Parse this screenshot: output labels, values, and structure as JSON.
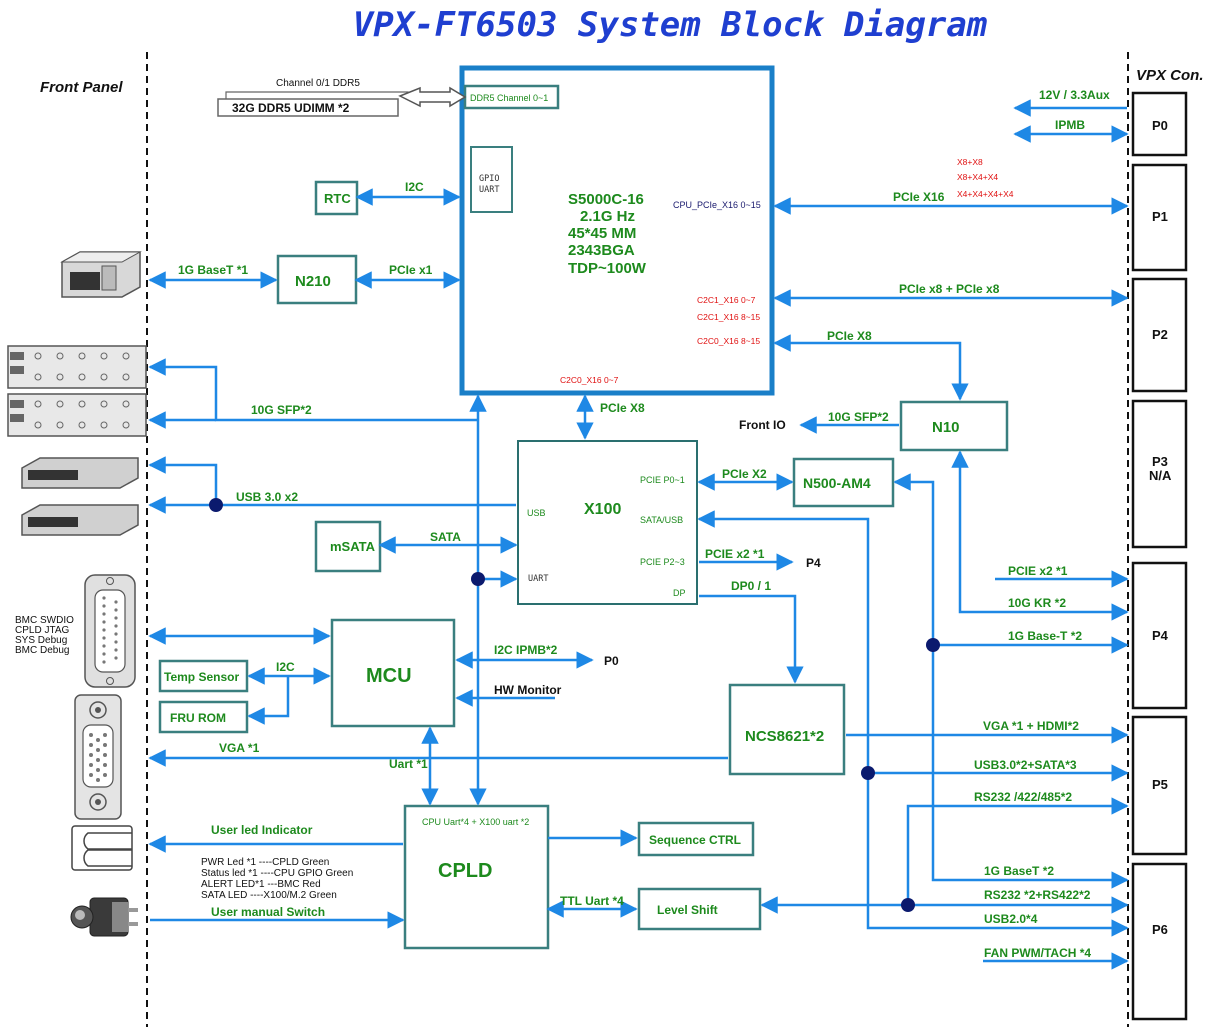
{
  "title": "VPX-FT6503 System Block Diagram",
  "front_panel_label": "Front Panel",
  "vpx_label": "VPX Con.",
  "cpu": {
    "lines": [
      "S5000C-16",
      "2.1G Hz",
      "45*45 MM",
      "2343BGA",
      "TDP~100W"
    ],
    "ddr_port": "DDR5 Channel 0~1",
    "gpio_uart": [
      "GPIO",
      "UART"
    ],
    "pcie_x16_port": "CPU_PCIe_X16 0~15",
    "c2c1_a": "C2C1_X16 0~7",
    "c2c1_b": "C2C1_X16 8~15",
    "c2c0_b": "C2C0_X16 8~15",
    "c2c0_a": "C2C0_X16 0~7"
  },
  "memory": {
    "channel_label": "Channel 0/1 DDR5",
    "dimm_label": "32G  DDR5 UDIMM *2"
  },
  "blocks": {
    "rtc": "RTC",
    "n210": "N210",
    "x100": "X100",
    "msata": "mSATA",
    "mcu": "MCU",
    "temp_sensor": "Temp Sensor",
    "fru_rom": "FRU ROM",
    "cpld": "CPLD",
    "n10": "N10",
    "n500": "N500-AM4",
    "ncs": "NCS8621*2",
    "seq_ctrl": "Sequence CTRL",
    "level_shift": "Level Shift"
  },
  "x100_ports": {
    "usb": "USB",
    "uart": "UART",
    "pcie_p01": "PCIE P0~1",
    "sata_usb": "SATA/USB",
    "pcie_p23": "PCIE P2~3",
    "dp": "DP"
  },
  "cpld_top": "CPU Uart*4 + X100 uart *2",
  "labels": {
    "i2c_rtc": "I2C",
    "pcie_x1": "PCIe x1",
    "base_t_1g": "1G BaseT *1",
    "sfp_10g": "10G SFP*2",
    "usb30x2": "USB 3.0 x2",
    "sata": "SATA",
    "pcie_x8_down": "PCIe X8",
    "pcie_x8_right": "PCIe X8",
    "front_io": "Front IO",
    "sfp_10g_n10": "10G SFP*2",
    "pcie_x2": "PCIe X2",
    "pcie_x2_1": "PCIE x2 *1",
    "p4_tag": "P4",
    "dp0_1": "DP0 / 1",
    "i2c_ipmb": "I2C IPMB*2",
    "p0_tag": "P0",
    "hw_monitor": "HW Monitor",
    "i2c_mcu": "I2C",
    "uart1": "Uart *1",
    "vga1": "VGA *1",
    "user_led": "User led Indicator",
    "user_switch": "User manual Switch",
    "ttl_uart": "TTL Uart *4",
    "v12": "12V / 3.3Aux",
    "ipmb": "IPMB",
    "pcie_x16": "PCIe X16",
    "pcie_x8x8": "PCIe x8 + PCIe x8",
    "pcie_x2_1_r": "PCIE x2 *1",
    "kr_10g": "10G KR *2",
    "base_t_1g_2": "1G Base-T *2",
    "vga_hdmi": "VGA *1 + HDMI*2",
    "usb30_sata": "USB3.0*2+SATA*3",
    "rs232_485": "RS232 /422/485*2",
    "base_t_1g_2b": "1G BaseT *2",
    "rs232_422": "RS232 *2+RS422*2",
    "usb20": "USB2.0*4",
    "fan": "FAN PWM/TACH *4"
  },
  "bifurcation": [
    "X8+X8",
    "X8+X4+X4",
    "X4+X4+X4+X4"
  ],
  "debug_labels": [
    "BMC SWDIO",
    "CPLD JTAG",
    "SYS  Debug",
    "BMC Debug"
  ],
  "led_labels": [
    "PWR Led *1 ----CPLD  Green",
    "Status led *1 ----CPU GPIO  Green",
    "ALERT LED*1 ---BMC  Red",
    "SATA LED ----X100/M.2  Green"
  ],
  "connectors": [
    "P0",
    "P1",
    "P2",
    "P3",
    "N/A",
    "P4",
    "P5",
    "P6"
  ]
}
